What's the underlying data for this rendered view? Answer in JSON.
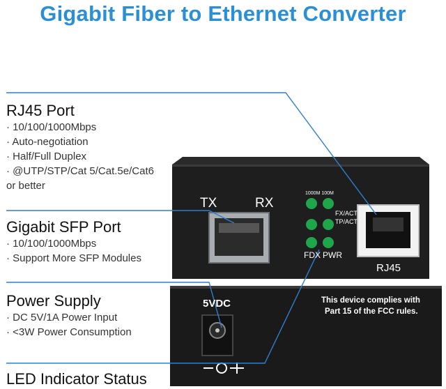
{
  "title": "Gigabit Fiber to Ethernet Converter",
  "sections": [
    {
      "heading": "RJ45 Port",
      "bullets": [
        "· 10/100/1000Mbps",
        "· Auto-negotiation",
        "· Half/Full Duplex",
        "· @UTP/STP/Cat 5/Cat.5e/Cat6",
        "or better"
      ]
    },
    {
      "heading": "Gigabit SFP Port",
      "bullets": [
        "· 10/100/1000Mbps",
        "· Support More SFP Modules"
      ]
    },
    {
      "heading": "Power Supply",
      "bullets": [
        "· DC 5V/1A Power Input",
        "· <3W Power Consumption"
      ]
    },
    {
      "heading": "LED Indicator Status",
      "bullets": []
    }
  ],
  "device": {
    "tx": "TX",
    "rx": "RX",
    "led_top_labels": "1000M 100M",
    "fx_act": "FX/ACT",
    "tp_act": "TP/ACT",
    "fdx": "FDX",
    "pwr": "PWR",
    "rj45": "RJ45",
    "vdc": "5VDC",
    "fcc_line1": "This device complies with",
    "fcc_line2": "Part 15 of the FCC rules.",
    "polarity": "-⊖-+"
  },
  "colors": {
    "title": "#2b8fd6",
    "callout_line": "#2e7fd0",
    "led": "#1fa64a",
    "case": "#1e1e1e"
  }
}
